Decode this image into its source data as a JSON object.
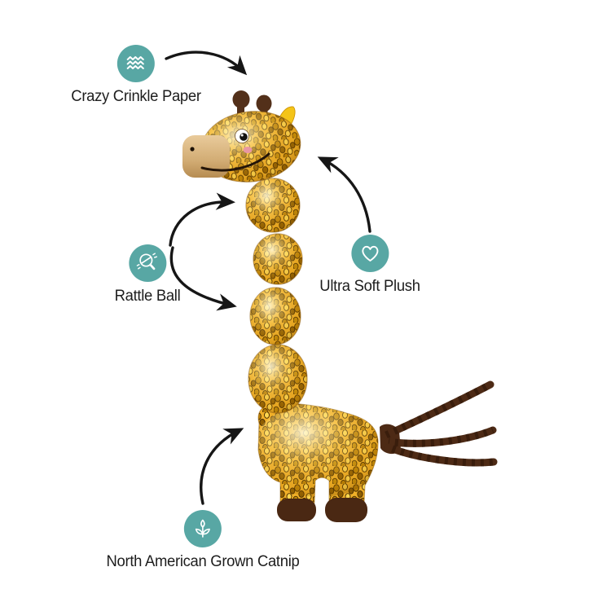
{
  "callouts": [
    {
      "label": "Crazy Crinkle Paper",
      "icon": "crinkle-waves-icon"
    },
    {
      "label": "Rattle Ball",
      "icon": "rattle-icon"
    },
    {
      "label": "Ultra Soft Plush",
      "icon": "heart-icon"
    },
    {
      "label": "North American Grown Catnip",
      "icon": "catnip-sprout-icon"
    }
  ],
  "colors": {
    "accent_teal": "#58A7A4",
    "label_text": "#1D1D1D",
    "arrow_black": "#161616",
    "toy_gold": "#F0AF28",
    "toy_dark_brown": "#4D2A15",
    "muzzle_tan": "#D8B27E",
    "ear_yellow": "#F4C418",
    "cheek_pink": "#E897A3"
  }
}
